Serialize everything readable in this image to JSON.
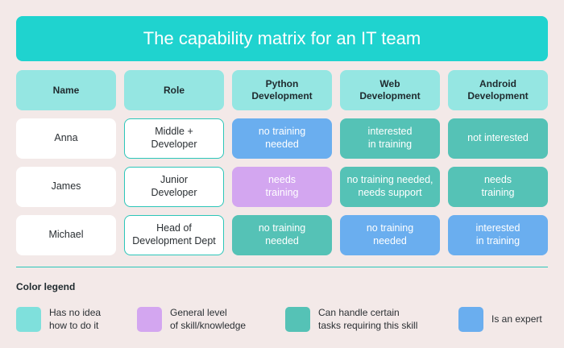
{
  "title": "The capability matrix for an IT team",
  "colors": {
    "no_idea": "#7fe0dc",
    "general": "#d3a6f0",
    "certain_tasks": "#55c2b6",
    "expert": "#6aaeef"
  },
  "headers": [
    "Name",
    "Role",
    "Python\nDevelopment",
    "Web\nDevelopment",
    "Android\nDevelopment"
  ],
  "rows": [
    {
      "name": "Anna",
      "role": "Middle +\nDeveloper",
      "skills": [
        {
          "text": "no training\nneeded",
          "level": "expert"
        },
        {
          "text": "interested\nin training",
          "level": "certain_tasks"
        },
        {
          "text": "not interested",
          "level": "certain_tasks"
        }
      ]
    },
    {
      "name": "James",
      "role": "Junior\nDeveloper",
      "skills": [
        {
          "text": "needs\ntraining",
          "level": "general"
        },
        {
          "text": "no training needed,\nneeds support",
          "level": "certain_tasks"
        },
        {
          "text": "needs\ntraining",
          "level": "certain_tasks"
        }
      ]
    },
    {
      "name": "Michael",
      "role": "Head of\nDevelopment Dept",
      "skills": [
        {
          "text": "no training\nneeded",
          "level": "certain_tasks"
        },
        {
          "text": "no training\nneeded",
          "level": "expert"
        },
        {
          "text": "interested\nin training",
          "level": "expert"
        }
      ]
    }
  ],
  "legend": {
    "title": "Color legend",
    "items": [
      {
        "label": "Has no idea\nhow to do it",
        "level": "no_idea"
      },
      {
        "label": "General level\nof skill/knowledge",
        "level": "general"
      },
      {
        "label": "Can handle certain\ntasks requiring this skill",
        "level": "certain_tasks"
      },
      {
        "label": "Is an expert",
        "level": "expert"
      }
    ]
  }
}
